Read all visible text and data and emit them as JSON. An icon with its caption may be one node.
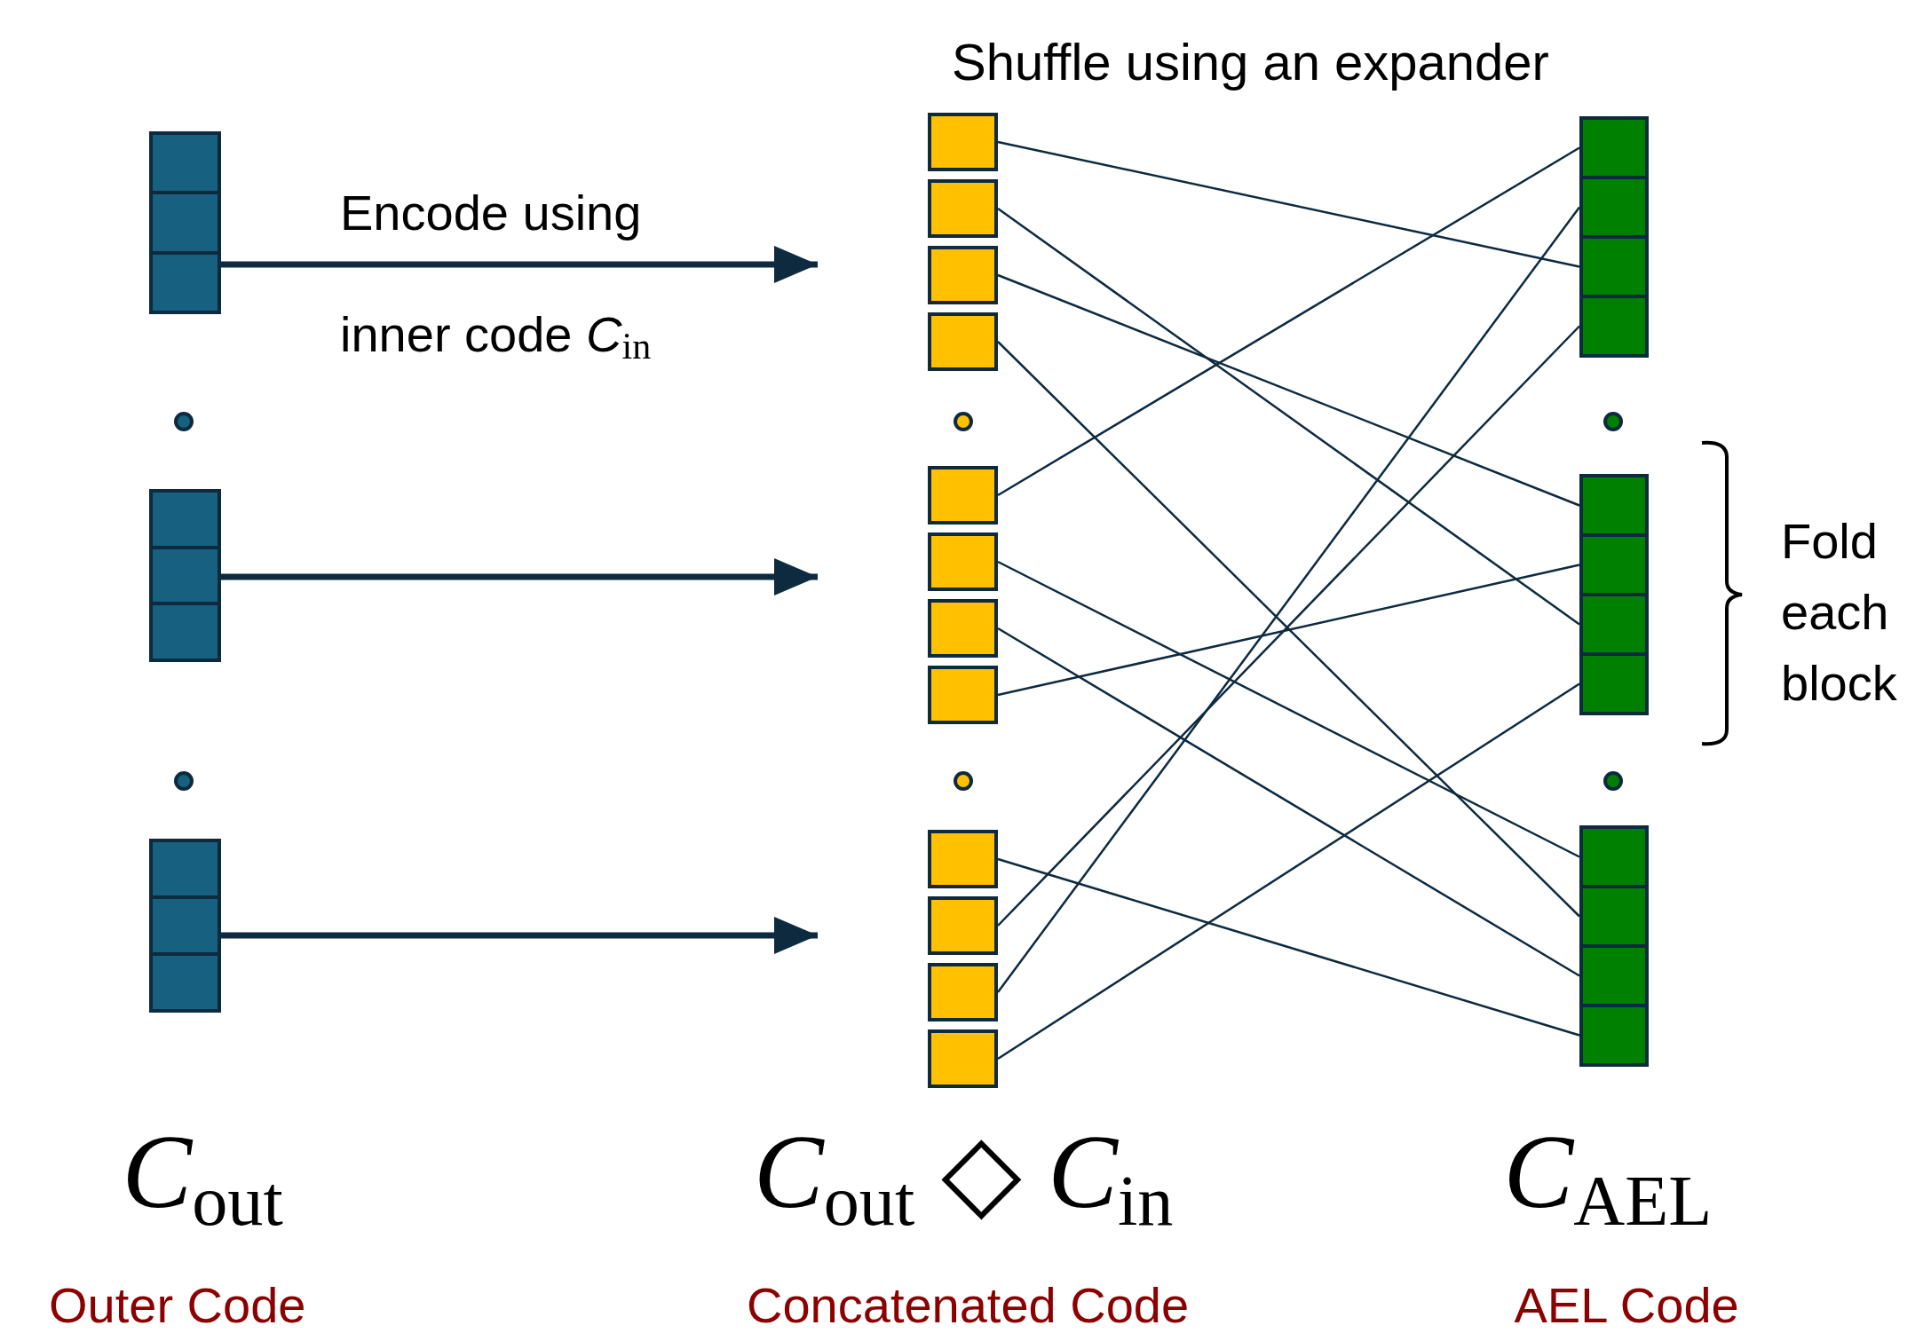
{
  "diagram": {
    "nodes": [
      {
        "text": [],
        "shape": "box"
      },
      {
        "text": [],
        "shape": "box",
        "in": 0
      },
      {
        "text": [],
        "shape": "box",
        "in": 0
      },
      {
        "text": [],
        "shape": "box",
        "in": 0
      },
      {
        "text": [],
        "shape": "box"
      },
      {
        "text": [],
        "shape": "box",
        "in": 4
      },
      {
        "text": [],
        "shape": "box",
        "in": 4
      },
      {
        "text": [],
        "shape": "box",
        "in": 4
      },
      {
        "text": [],
        "shape": "box"
      },
      {
        "text": [],
        "shape": "box",
        "in": 8
      },
      {
        "text": [],
        "shape": "box",
        "in": 8
      },
      {
        "text": [],
        "shape": "box",
        "in": 8
      },
      {
        "text": [],
        "shape": "box"
      },
      {
        "text": [],
        "shape": "box"
      },
      {
        "text": [],
        "shape": "box"
      },
      {
        "text": [],
        "shape": "box"
      },
      {
        "text": [],
        "shape": "box"
      },
      {
        "text": [],
        "shape": "box"
      },
      {
        "text": [],
        "shape": "box"
      },
      {
        "text": [],
        "shape": "box"
      },
      {
        "text": [],
        "shape": "box"
      },
      {
        "text": [],
        "shape": "box"
      },
      {
        "text": [],
        "shape": "box"
      },
      {
        "text": [],
        "shape": "box"
      },
      {
        "text": [],
        "shape": "box"
      },
      {
        "text": [],
        "shape": "box"
      },
      {
        "text": [],
        "shape": "box"
      },
      {
        "text": [],
        "shape": "box"
      },
      {
        "text": [],
        "shape": "box"
      },
      {
        "text": [],
        "shape": "box"
      },
      {
        "text": [],
        "shape": "box"
      },
      {
        "text": [],
        "shape": "box"
      },
      {
        "text": [],
        "shape": "box"
      },
      {
        "text": [],
        "shape": "box"
      },
      {
        "text": [],
        "shape": "box"
      },
      {
        "text": [],
        "shape": "box"
      }
    ],
    "edges": [
      {
        "from": 0,
        "to": null,
        "arrow": "to",
        "label": "Encode using inner code *C*$_{in}$",
        "style": "thick"
      },
      {
        "from": 4,
        "to": null,
        "arrow": "to",
        "style": "thick"
      },
      {
        "from": 8,
        "to": null,
        "arrow": "to",
        "style": "thick"
      },
      {
        "from": 12,
        "to": 26,
        "arrow": "none"
      },
      {
        "from": 13,
        "to": 30,
        "arrow": "none"
      },
      {
        "from": 14,
        "to": 28,
        "arrow": "none"
      },
      {
        "from": 15,
        "to": 33,
        "arrow": "none"
      },
      {
        "from": 16,
        "to": 24,
        "arrow": "none"
      },
      {
        "from": 17,
        "to": 32,
        "arrow": "none"
      },
      {
        "from": 18,
        "to": 34,
        "arrow": "none"
      },
      {
        "from": 19,
        "to": 29,
        "arrow": "none"
      },
      {
        "from": 20,
        "to": 35,
        "arrow": "none"
      },
      {
        "from": 21,
        "to": 27,
        "arrow": "none"
      },
      {
        "from": 22,
        "to": 25,
        "arrow": "none"
      },
      {
        "from": 23,
        "to": 31,
        "arrow": "none"
      }
    ],
    "labels": [
      "Shuffle using an expander",
      "Fold each block",
      "*C*$_{out}$",
      "*C*$_{out}$ ◇ *C*$_{in}$",
      "*C*$_{AEL}$",
      "Outer Code",
      "Concatenated Code",
      "AEL Code"
    ]
  }
}
